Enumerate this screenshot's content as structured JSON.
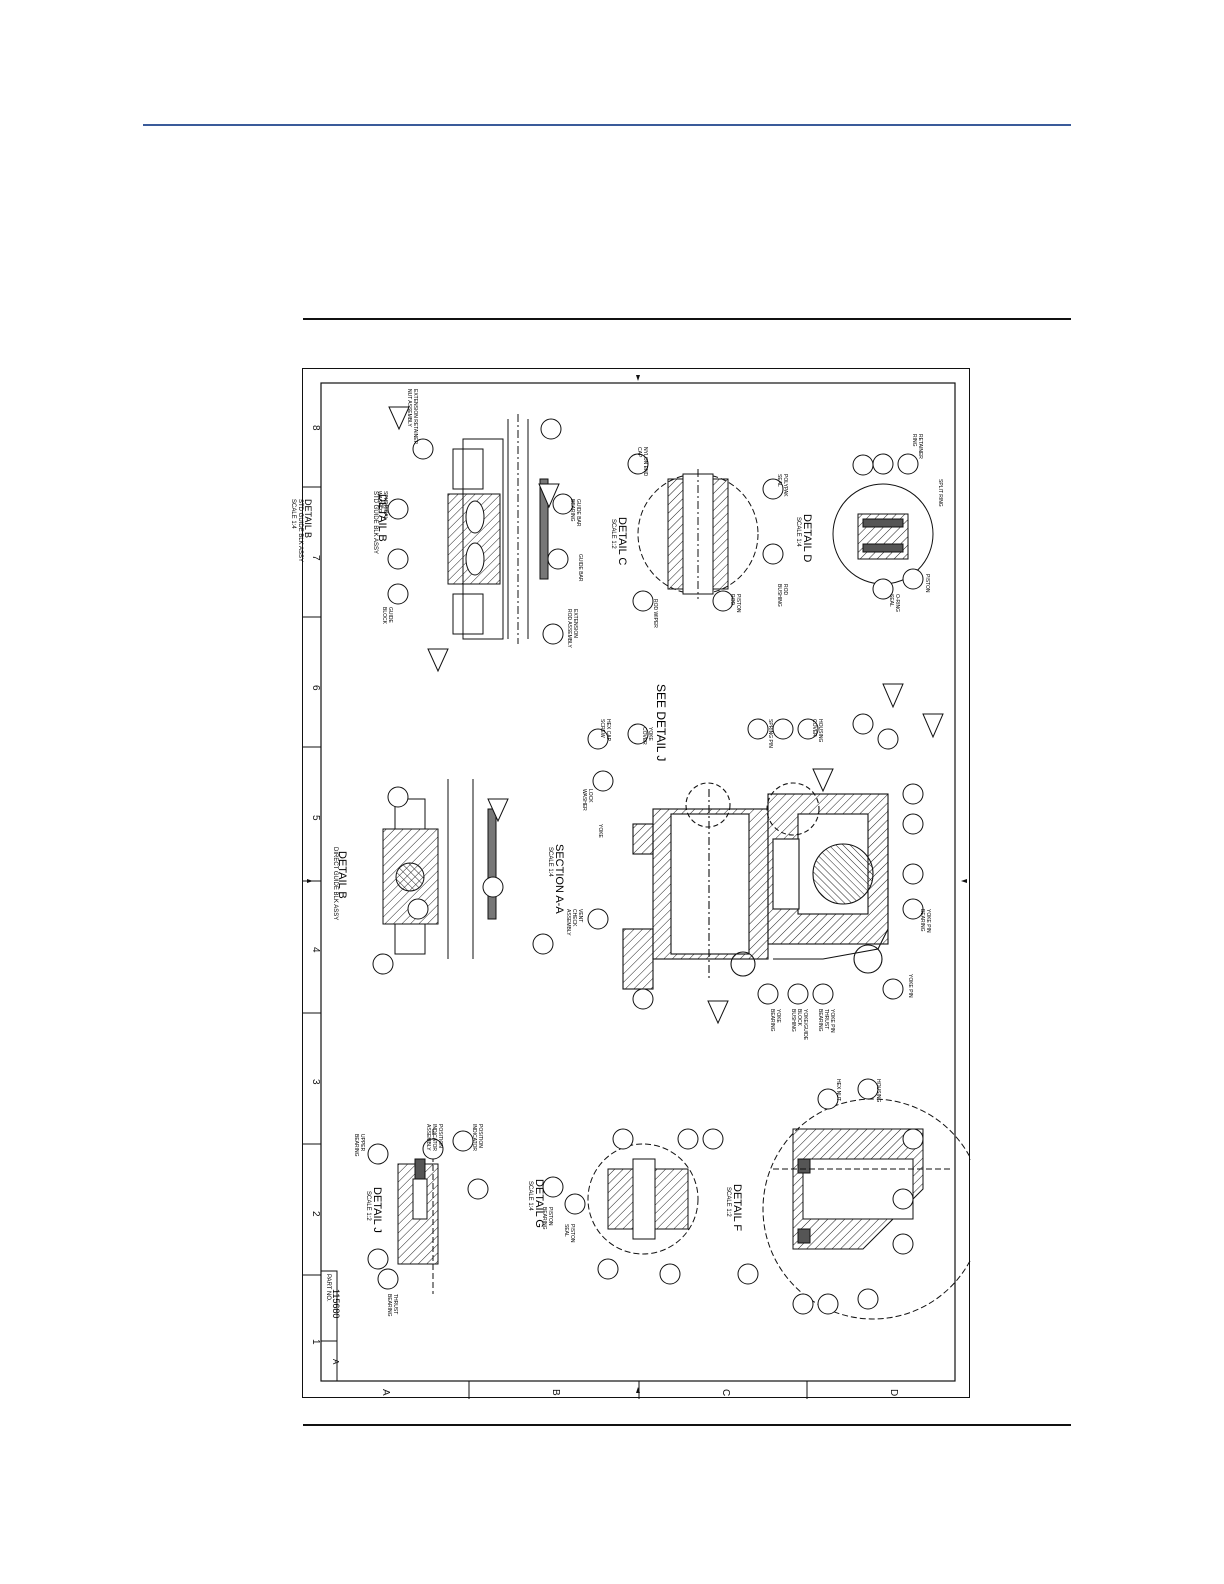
{
  "drawing": {
    "part_no_label": "PART NO.",
    "part_no": "115680",
    "rev": "A",
    "zones_top": [
      "8",
      "7",
      "6",
      "5",
      "4",
      "3",
      "2",
      "1"
    ],
    "zones_side": [
      "A",
      "B",
      "C",
      "D"
    ],
    "views": {
      "detail_b_std": {
        "title": "DETAIL B",
        "sub": "STD GUIDE BLK ASSY",
        "scale": "SCALE 1:4"
      },
      "detail_c": {
        "title": "DETAIL C",
        "scale": "SCALE 1:2"
      },
      "detail_d": {
        "title": "DETAIL D",
        "scale": "SCALE 1:4"
      },
      "detail_b_direct": {
        "title": "DETAIL B",
        "sub": "DIRECT GUIDE BLK ASSY",
        "scale": "SCALE 1:4"
      },
      "section_aa": {
        "title": "SECTION A-A",
        "scale": "SCALE 1:4"
      },
      "see_detail_j": "SEE DETAIL J",
      "detail_j": {
        "title": "DETAIL J",
        "scale": "SCALE 1:2"
      },
      "detail_g": {
        "title": "DETAIL G",
        "scale": "SCALE 1:4"
      },
      "detail_f": {
        "title": "DETAIL F",
        "scale": "SCALE 1:2"
      }
    },
    "callouts": {
      "ext_retainer_nut": "EXTENSION RETAINER NUT ASSEMBLY",
      "spherical_washer": "SPHERICAL WASHER",
      "guide_bar_bearing": "GUIDE BAR BEARING",
      "guide_bar": "GUIDE BAR",
      "ext_rod_assembly": "EXTENSION ROD ASSEMBLY",
      "guide_block": "GUIDE BLOCK",
      "nylon_end_cap": "NYLON END CAP",
      "polypak_seal": "POLYPAK SEAL",
      "rod_bushing": "ROD BUSHING",
      "piston_rod": "PISTON ROD",
      "rod_wiper": "ROD WIPER",
      "retainer_ring": "RETAINER RING",
      "split_ring": "SPLIT RING",
      "piston": "PISTON",
      "o_ring_seal": "O-RING SEAL",
      "yoke_cover": "YOKE COVER",
      "hex_cap_screw": "HEX CAP SCREW",
      "lock_washer": "LOCK WASHER",
      "spring_pin": "SPRING PIN",
      "housing_cover": "HOUSING COVER",
      "yoke": "YOKE",
      "vent_check": "VENT CHECK ASSEMBLY",
      "yoke_pin_bearing": "YOKE PIN BEARING",
      "yoke_pin": "YOKE PIN",
      "yoke_pin_thrust": "YOKE PIN THRUST BEARING",
      "yoke_guide_block": "YOKE/GUIDE BLOCK BUSHING",
      "yoke_bearing": "YOKE BEARING",
      "housing": "HOUSING",
      "hex_nut": "HEX NUT",
      "position_indicator": "POSITION INDICATOR",
      "pos_ind_assy": "POSITION INDICATOR ASSEMBLY",
      "upper_bearing": "UPPER BEARING",
      "thrust_bearing": "THRUST BEARING",
      "piston_bearing": "PISTON BEARING",
      "piston_seal": "PISTON SEAL"
    }
  }
}
